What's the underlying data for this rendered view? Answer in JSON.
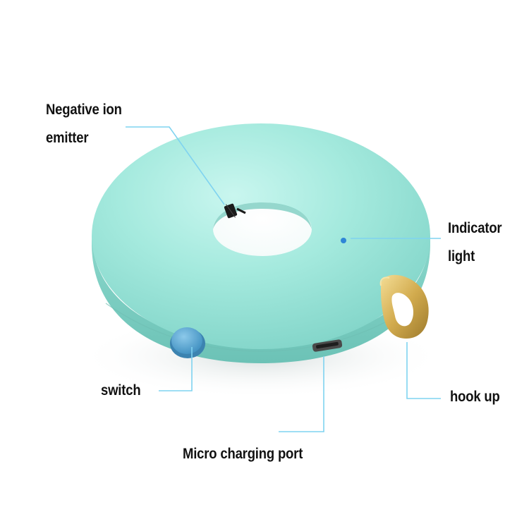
{
  "diagram": {
    "product": "purifier-donut",
    "colors": {
      "body": "#9fe6dc",
      "body_shadow": "#74c9be",
      "switch": "#5aa7d4",
      "hook": "#d5b25a",
      "callout_line": "#7fd3f0",
      "indicator_dot": "#2f86d6",
      "label_text": "#111111"
    },
    "labels": {
      "negative_ion": {
        "line1": "Negative ion",
        "line2": "emitter"
      },
      "indicator": {
        "line1": "Indicator",
        "line2": "light"
      },
      "switch": "switch",
      "hook": "hook up",
      "charging_port": "Micro charging port"
    }
  }
}
